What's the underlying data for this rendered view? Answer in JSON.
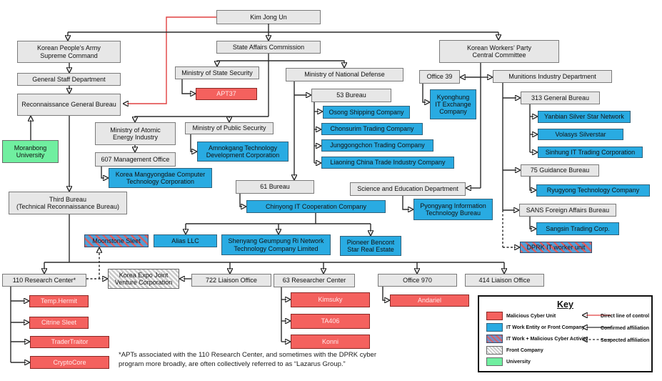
{
  "nodes": {
    "kim_jong_un": {
      "label": "Kim Jong Un"
    },
    "kpa_supreme_command": {
      "label": "Korean People’s Army\nSupreme Command"
    },
    "general_staff_department": {
      "label": "General Staff Department"
    },
    "reconnaissance_general_bureau": {
      "label": "Reconnaissance General Bureau"
    },
    "state_affairs_commission": {
      "label": "State Affairs Commission"
    },
    "kwp_central_committee": {
      "label": "Korean Workers’ Party\nCentral Committee"
    },
    "ministry_state_security": {
      "label": "Ministry of State Security"
    },
    "ministry_national_defense": {
      "label": "Ministry of National Defense"
    },
    "office_39": {
      "label": "Office 39"
    },
    "munitions_industry_department": {
      "label": "Munitions Industry Department"
    },
    "ministry_atomic_energy": {
      "label": "Ministry of Atomic\nEnergy Industry"
    },
    "ministry_public_security": {
      "label": "Ministry of Public Security"
    },
    "management_office_607": {
      "label": "607 Management Office"
    },
    "bureau_53": {
      "label": "53 Bureau"
    },
    "bureau_61": {
      "label": "61 Bureau"
    },
    "science_education_department": {
      "label": "Science and Education Department"
    },
    "general_bureau_313": {
      "label": "313 General Bureau"
    },
    "guidance_bureau_75": {
      "label": "75 Guidance Bureau"
    },
    "sans_foreign_affairs_bureau": {
      "label": "SANS Foreign Affairs Bureau"
    },
    "third_bureau": {
      "label": "Third Bureau\n(Technical Reconnaissance Bureau)"
    },
    "research_center_110": {
      "label": "110 Research Center*"
    },
    "liaison_office_722": {
      "label": "722 Liaison Office"
    },
    "researcher_center_63": {
      "label": "63 Researcher Center"
    },
    "office_970": {
      "label": "Office 970"
    },
    "liaison_office_414": {
      "label": "414 Liaison Office"
    },
    "apt37": {
      "label": "APT37"
    },
    "kyonghung_it_exchange": {
      "label": "Kyonghung\nIT Exchange\nCompany"
    },
    "osong_shipping": {
      "label": "Osong Shipping Company"
    },
    "chonsurim_trading": {
      "label": "Chonsurim Trading Company"
    },
    "junggongchon_trading": {
      "label": "Junggongchon Trading Company"
    },
    "liaoning_china_trade": {
      "label": "Liaoning China Trade Industry Company"
    },
    "korea_mangyongdae": {
      "label": "Korea Mangyongdae Computer\nTechnology Corporation"
    },
    "amnokgang_technology": {
      "label": "Amnokgang Technology\nDevelopment Corporation"
    },
    "chinyong_it": {
      "label": "Chinyong IT Cooperation Company"
    },
    "alias_llc": {
      "label": "Alias LLC"
    },
    "shenyang_geumpung": {
      "label": "Shenyang Geumpung Ri Network\nTechnology Company Limited"
    },
    "pioneer_bencont": {
      "label": "Pioneer Bencont\nStar Real Estate"
    },
    "pyongyang_itb": {
      "label": "Pyongyang Information\nTechnology Bureau"
    },
    "yanbian_silver_star": {
      "label": "Yanbian Silver Star Network"
    },
    "volasys_silverstar": {
      "label": "Volasys Silverstar"
    },
    "sinhung_it_trading": {
      "label": "Sinhung IT Trading Corporation"
    },
    "ryugyong_technology": {
      "label": "Ryugyong Technology Company"
    },
    "sangsin_trading": {
      "label": "Sangsin Trading Corp."
    },
    "moonstone_sleet": {
      "label": "Moonstone Sleet"
    },
    "dprk_it_worker_unit": {
      "label": "DPRK IT worker unit"
    },
    "korea_expo_jv": {
      "label": "Korea Expo Joint\nVenture Corporation"
    },
    "moranbong_university": {
      "label": "Moranbong\nUniversity"
    },
    "temp_hermit": {
      "label": "Temp.Hermit"
    },
    "citrine_sleet": {
      "label": "Citrine Sleet"
    },
    "tradertraitor": {
      "label": "TraderTraitor"
    },
    "cryptocore": {
      "label": "CryptoCore"
    },
    "kimsuky": {
      "label": "Kimsuky"
    },
    "ta406": {
      "label": "TA406"
    },
    "konni": {
      "label": "Konni"
    },
    "andariel": {
      "label": "Andariel"
    }
  },
  "key": {
    "title": "Key",
    "box_items": [
      {
        "label": "Malicious Cyber Unit",
        "type": "malicious-cyber-unit"
      },
      {
        "label": "IT Work Entity or Front Company",
        "type": "it-work-entity"
      },
      {
        "label": "IT Work + Malicious Cyber Activity",
        "type": "it-work-malicious"
      },
      {
        "label": "Front Company",
        "type": "front-company"
      },
      {
        "label": "University",
        "type": "university"
      }
    ],
    "line_items": [
      {
        "label": "Direct line of control",
        "style": "red-solid"
      },
      {
        "label": "Confirmed affiliation",
        "style": "black-solid"
      },
      {
        "label": "Suspected affiliation",
        "style": "black-dashed"
      }
    ]
  },
  "footnote": "*APTs associated with the 110 Research Center, and sometimes with the DPRK cyber\nprogram more broadly, are often collectively referred to as “Lazarus Group.”",
  "colors": {
    "malicious": "#f4615e",
    "it_work": "#29abe2",
    "university": "#70efa0",
    "org_box": "#e7e7e7",
    "direct_control_line": "#e04040",
    "affiliation_line": "#2b2b2b"
  }
}
